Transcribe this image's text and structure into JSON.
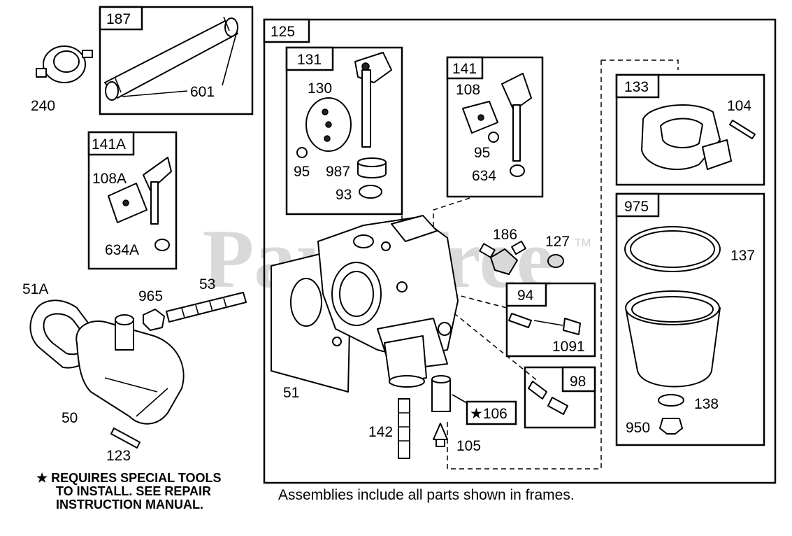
{
  "watermark": {
    "text": "PartsTree",
    "tm": "TM"
  },
  "frames": {
    "f187": "187",
    "f141a": "141A",
    "f125": "125",
    "f131": "131",
    "f141": "141",
    "f133": "133",
    "f975": "975",
    "f94": "94",
    "f98": "98"
  },
  "labels": {
    "l240": "240",
    "l601": "601",
    "l108a": "108A",
    "l634a": "634A",
    "l51a": "51A",
    "l965": "965",
    "l53": "53",
    "l50": "50",
    "l123": "123",
    "l130": "130",
    "l95a": "95",
    "l987": "987",
    "l93": "93",
    "l108": "108",
    "l95b": "95",
    "l634": "634",
    "l104": "104",
    "l137": "137",
    "l138": "138",
    "l950": "950",
    "l186": "186",
    "l127": "127",
    "l1091": "1091",
    "l51": "51",
    "l142": "142",
    "l106": "★106",
    "l105": "105"
  },
  "notes": {
    "special_tools_line1": "★ REQUIRES SPECIAL TOOLS",
    "special_tools_line2": "TO INSTALL.  SEE REPAIR",
    "special_tools_line3": "INSTRUCTION MANUAL."
  },
  "caption": "Assemblies include all parts shown in frames."
}
